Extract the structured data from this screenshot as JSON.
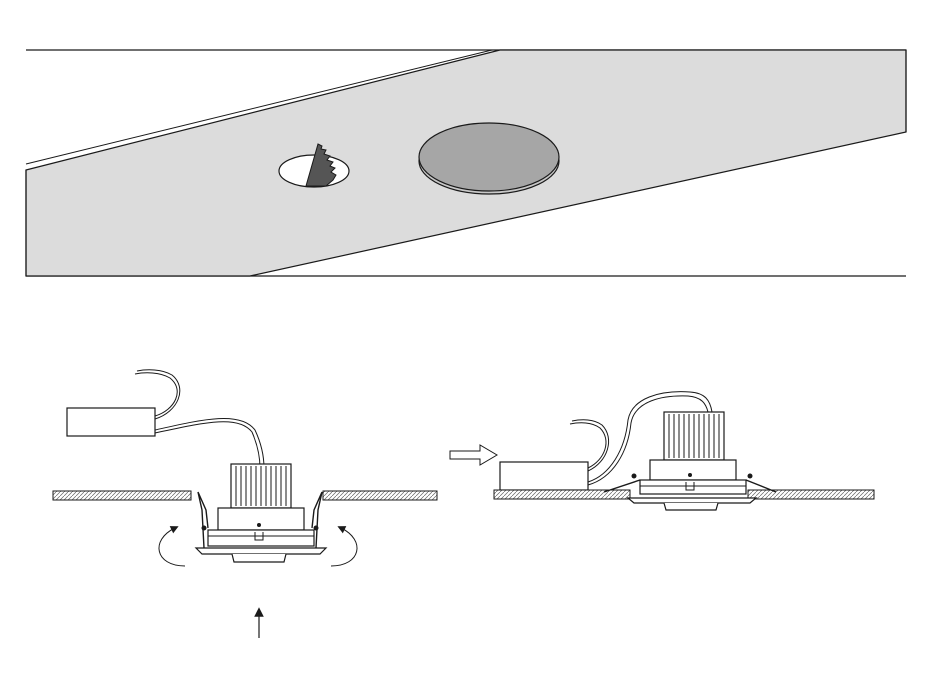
{
  "figure": {
    "kind": "installation-diagram",
    "steps": [
      {
        "id": "step-cut-ceiling",
        "description_icon": "saw-cutting-hole-icon"
      },
      {
        "id": "step-insert-fixture",
        "description_icon": "spring-clips-fold-icon"
      },
      {
        "id": "step-installed",
        "description_icon": "installed-downlight-icon"
      }
    ],
    "colors": {
      "panel_fill": "#dcdcdc",
      "hole_fill": "#a6a6a6",
      "line": "#1a1a1a",
      "background": "#ffffff"
    }
  }
}
